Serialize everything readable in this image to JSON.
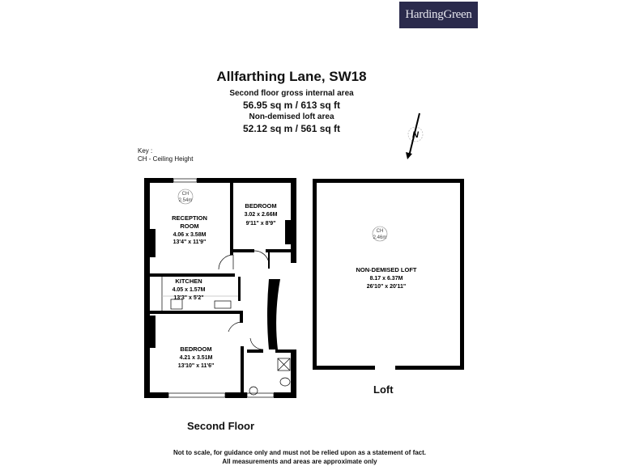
{
  "logo": {
    "text": "HardingGreen",
    "bg_color": "#2a2a4c"
  },
  "header": {
    "title": "Allfarthing Lane, SW18",
    "gross_label": "Second floor gross internal area",
    "gross_value": "56.95 sq m / 613 sq ft",
    "loft_label": "Non-demised loft area",
    "loft_value": "52.12 sq m / 561 sq ft"
  },
  "key": {
    "title": "Key :",
    "ch": "CH - Ceiling Height"
  },
  "compass": {
    "label": "N"
  },
  "second_floor": {
    "label": "Second Floor",
    "ceiling": {
      "ch": "CH",
      "height": "2.54m"
    },
    "rooms": [
      {
        "name_line1": "RECEPTION",
        "name_line2": "ROOM",
        "metric": "4.06 x 3.58M",
        "imperial": "13'4\" x 11'9\""
      },
      {
        "name_line1": "BEDROOM",
        "metric": "3.02 x 2.66M",
        "imperial": "9'11\" x 8'9\""
      },
      {
        "name_line1": "KITCHEN",
        "metric": "4.05 x 1.57M",
        "imperial": "13'3\" x 5'2\""
      },
      {
        "name_line1": "BEDROOM",
        "metric": "4.21 x 3.51M",
        "imperial": "13'10\" x 11'6\""
      }
    ]
  },
  "loft": {
    "label": "Loft",
    "ceiling": {
      "ch": "CH",
      "height": "2.46m"
    },
    "room": {
      "name_line1": "NON-DEMISED LOFT",
      "metric": "8.17 x 6.37M",
      "imperial": "26'10\" x 20'11\""
    }
  },
  "footer": {
    "line1": "Not to scale, for guidance only and must not be relied upon as a statement of fact.",
    "line2": "All measurements and areas are approximate only"
  }
}
